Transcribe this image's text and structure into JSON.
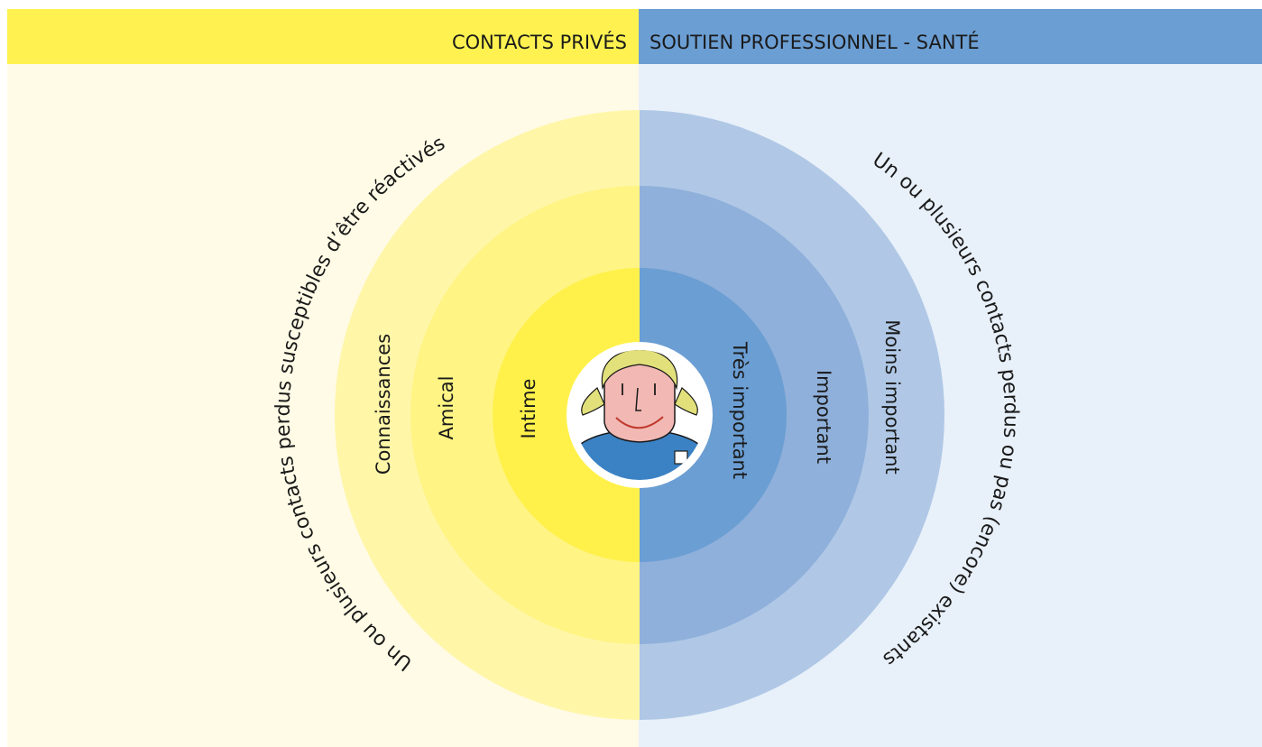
{
  "header": {
    "left_title": "CONTACTS PRIVÉS",
    "right_title": "SOUTIEN PROFESSIONNEL - SANTÉ"
  },
  "left_rings": {
    "inner": "Intime",
    "middle": "Amical",
    "outer": "Connaissances"
  },
  "right_rings": {
    "inner": "Très important",
    "middle": "Important",
    "outer": "Moins important"
  },
  "left_outer_text": "Un ou plusieurs contacts perdus susceptibles d’être réactivés",
  "right_outer_text": "Un ou plusieurs contacts perdus ou pas (encore) existants",
  "colors": {
    "header_left": "#fff250",
    "header_right": "#6b9ed3",
    "bg_left": "#fffbe6",
    "bg_right": "#e8f0f9",
    "left_ring_outer": "#fff6a8",
    "left_ring_middle": "#fff484",
    "left_ring_inner": "#fff14a",
    "right_ring_outer": "#b0c8e6",
    "right_ring_middle": "#8fb0da",
    "right_ring_inner": "#6b9ed3"
  },
  "center_icon": "person-face-icon"
}
